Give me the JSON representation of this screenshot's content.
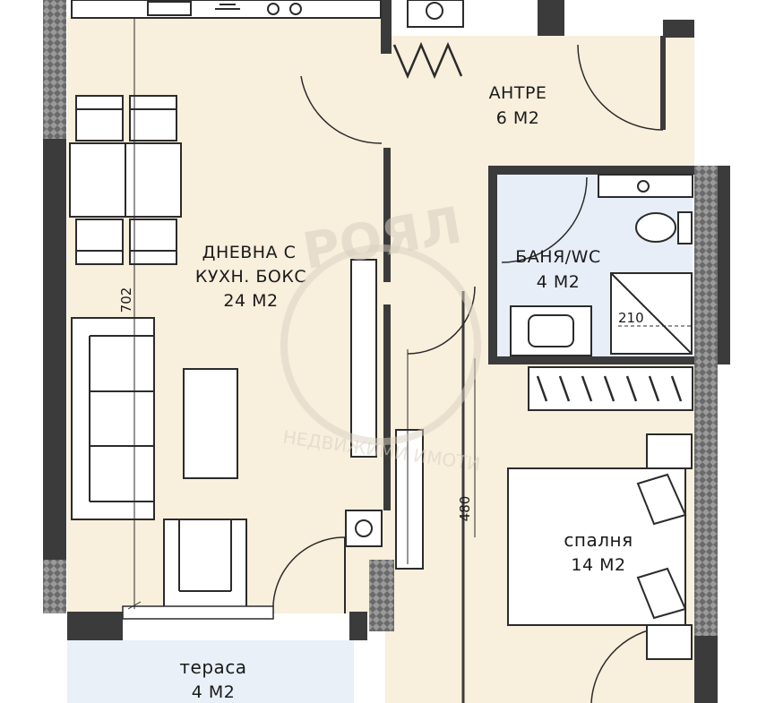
{
  "rooms": {
    "living": {
      "name_line1": "ДНЕВНА С",
      "name_line2": "КУХН. БОКС",
      "area": "24 М2"
    },
    "hall": {
      "name": "АНТРЕ",
      "area": "6 М2"
    },
    "bath": {
      "name": "БАНЯ/WC",
      "area": "4 М2"
    },
    "bedroom": {
      "name": "спалня",
      "area": "14 М2"
    },
    "terrace": {
      "name": "тераса",
      "area": "4 М2"
    }
  },
  "dimensions": {
    "living_height": "702",
    "shower_height": "210",
    "bedroom_door_height": "480"
  },
  "watermark": {
    "brand": "РОЯЛ",
    "tagline": "НЕДВИЖИМИ ИМОТИ"
  },
  "colors": {
    "floor": "#f8efdc",
    "wall": "#3b3b3b",
    "bathroom_tile": "#e7eef8",
    "terrace_tile": "#e9f0f8",
    "furniture_stroke": "#2b2b2b"
  }
}
